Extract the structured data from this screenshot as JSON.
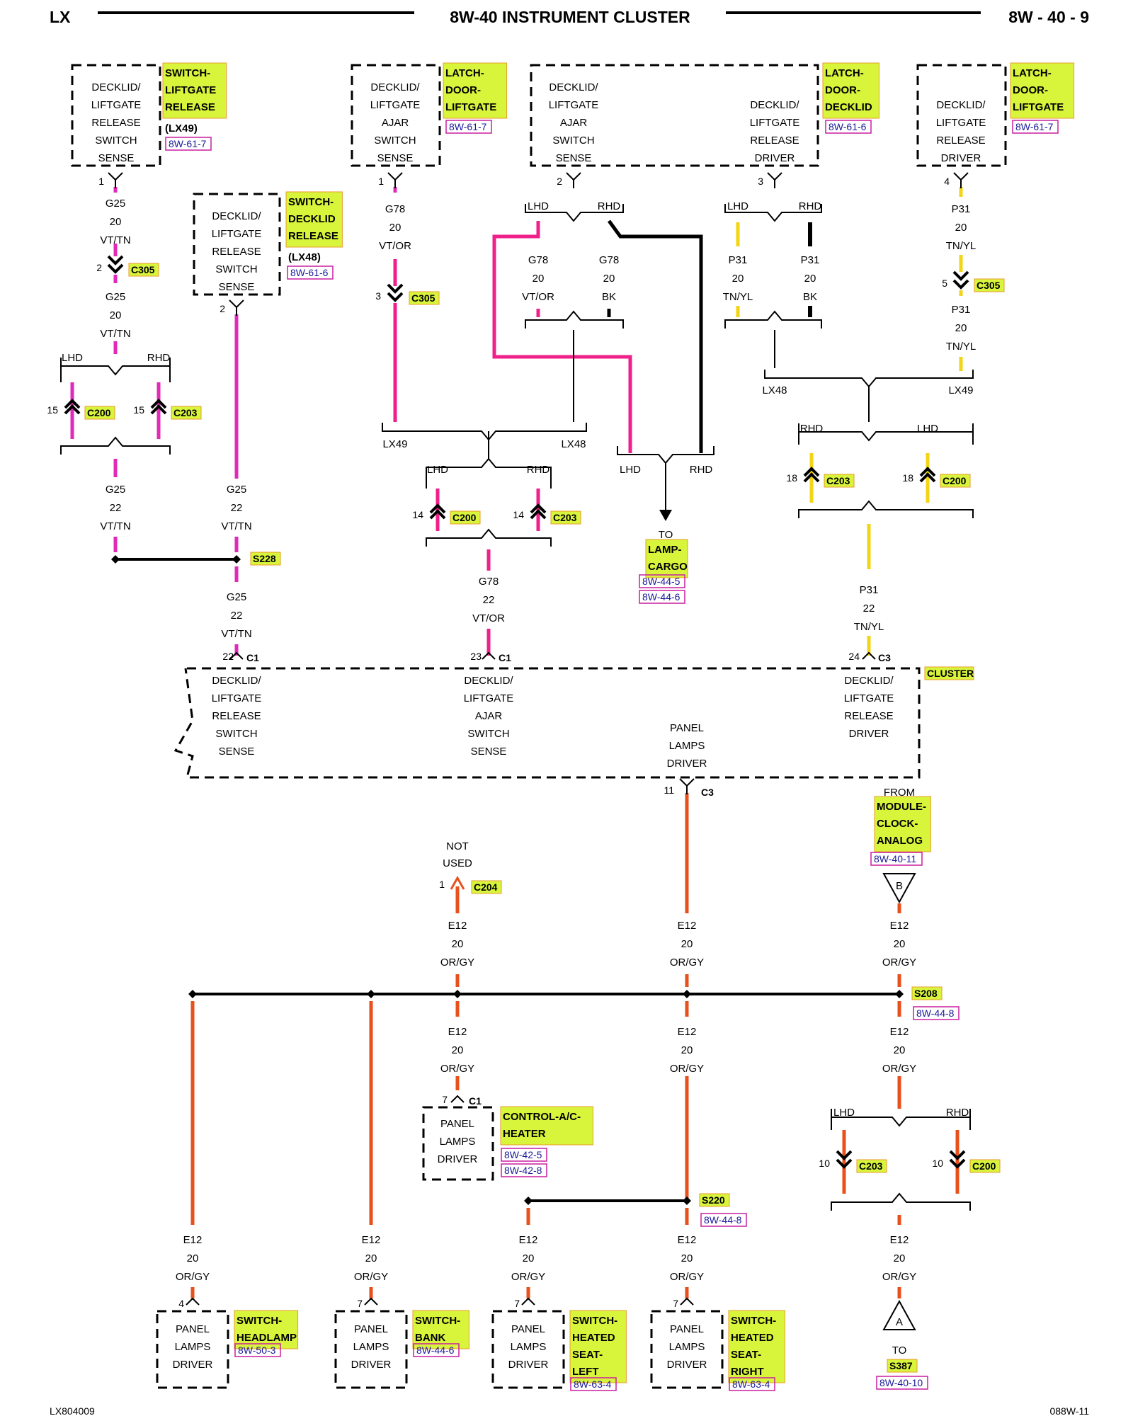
{
  "header": {
    "left": "LX",
    "center": "8W-40 INSTRUMENT CLUSTER",
    "right": "8W - 40 - 9"
  },
  "footer": {
    "left": "LX804009",
    "right": "088W-11"
  },
  "colors": {
    "violet_tan": "#e22ab8",
    "violet_orange": "#f0208a",
    "tan_yellow": "#f2d516",
    "orange_gray": "#e8501c",
    "black": "#000000",
    "highlight": "#d8f53c",
    "ref": "#1a1a9a"
  },
  "top_boxes": [
    {
      "lines": [
        "DECKLID/",
        "LIFTGATE",
        "RELEASE",
        "SWITCH",
        "SENSE"
      ],
      "comp": [
        "SWITCH-",
        "LIFTGATE",
        "RELEASE"
      ],
      "note": "(LX49)",
      "refs": [
        "8W-61-7"
      ],
      "pin": "1"
    },
    {
      "lines": [
        "DECKLID/",
        "LIFTGATE",
        "RELEASE",
        "SWITCH",
        "SENSE"
      ],
      "comp": [
        "SWITCH-",
        "DECKLID",
        "RELEASE"
      ],
      "note": "(LX48)",
      "refs": [
        "8W-61-6"
      ],
      "pin": "2"
    },
    {
      "lines": [
        "DECKLID/",
        "LIFTGATE",
        "AJAR",
        "SWITCH",
        "SENSE"
      ],
      "comp": [
        "LATCH-",
        "DOOR-",
        "LIFTGATE"
      ],
      "refs": [
        "8W-61-7"
      ],
      "pin": "1"
    },
    {
      "lines_left": [
        "DECKLID/",
        "LIFTGATE",
        "AJAR",
        "SWITCH",
        "SENSE"
      ],
      "lines_right": [
        "DECKLID/",
        "LIFTGATE",
        "RELEASE",
        "DRIVER"
      ],
      "comp": [
        "LATCH-",
        "DOOR-",
        "DECKLID"
      ],
      "refs": [
        "8W-61-6"
      ],
      "pin_left": "2",
      "pin_right": "3"
    },
    {
      "lines": [
        "DECKLID/",
        "LIFTGATE",
        "RELEASE",
        "DRIVER"
      ],
      "comp": [
        "LATCH-",
        "DOOR-",
        "LIFTGATE"
      ],
      "refs": [
        "8W-61-7"
      ],
      "pin": "4"
    }
  ],
  "wires": {
    "g25_20": [
      "G25",
      "20",
      "VT/TN"
    ],
    "g25_22": [
      "G25",
      "22",
      "VT/TN"
    ],
    "g78_20": [
      "G78",
      "20",
      "VT/OR"
    ],
    "g78_20_bk": [
      "G78",
      "20",
      "BK"
    ],
    "g78_22": [
      "G78",
      "22",
      "VT/OR"
    ],
    "p31_20": [
      "P31",
      "20",
      "TN/YL"
    ],
    "p31_20_bk": [
      "P31",
      "20",
      "BK"
    ],
    "p31_22": [
      "P31",
      "22",
      "TN/YL"
    ],
    "e12_20": [
      "E12",
      "20",
      "OR/GY"
    ]
  },
  "labels": {
    "lhd": "LHD",
    "rhd": "RHD",
    "lx48": "LX48",
    "lx49": "LX49",
    "to": "TO",
    "from": "FROM",
    "not_used": [
      "NOT",
      "USED"
    ],
    "triangle_b": "B",
    "triangle_a": "A"
  },
  "connectors": {
    "c305": "C305",
    "c200": "C200",
    "c203": "C203",
    "c204": "C204",
    "c1": "C1",
    "c3": "C3",
    "s228": "S228",
    "s208": "S208",
    "s220": "S220"
  },
  "pins": {
    "p2": "2",
    "p3": "3",
    "p5": "5",
    "p15": "15",
    "p14": "14",
    "p18": "18",
    "p22": "22",
    "p23": "23",
    "p24": "24",
    "p11": "11",
    "p1": "1",
    "p7": "7",
    "p10": "10",
    "p4": "4"
  },
  "lamp_cargo": {
    "comp": [
      "LAMP-",
      "CARGO"
    ],
    "refs": [
      "8W-44-5",
      "8W-44-6"
    ]
  },
  "cluster": {
    "comp": "CLUSTER",
    "sections": [
      [
        "DECKLID/",
        "LIFTGATE",
        "RELEASE",
        "SWITCH",
        "SENSE"
      ],
      [
        "DECKLID/",
        "LIFTGATE",
        "AJAR",
        "SWITCH",
        "SENSE"
      ],
      [
        "PANEL",
        "LAMPS",
        "DRIVER"
      ],
      [
        "DECKLID/",
        "LIFTGATE",
        "RELEASE",
        "DRIVER"
      ]
    ]
  },
  "module_clock": {
    "comp": [
      "MODULE-",
      "CLOCK-",
      "ANALOG"
    ],
    "refs": [
      "8W-40-11"
    ]
  },
  "s208_ref": "8W-44-8",
  "s220_ref": "8W-44-8",
  "s387": {
    "name": "S387",
    "refs": [
      "8W-40-10"
    ]
  },
  "panel_box": [
    "PANEL",
    "LAMPS",
    "DRIVER"
  ],
  "control_ac": {
    "comp": [
      "CONTROL-A/C-",
      "HEATER"
    ],
    "refs": [
      "8W-42-5",
      "8W-42-8"
    ]
  },
  "bottom_boxes": [
    {
      "comp": [
        "SWITCH-",
        "HEADLAMP"
      ],
      "refs": [
        "8W-50-3"
      ],
      "pin": "4"
    },
    {
      "comp": [
        "SWITCH-",
        "BANK"
      ],
      "refs": [
        "8W-44-6"
      ],
      "pin": "7"
    },
    {
      "comp": [
        "SWITCH-",
        "HEATED",
        "SEAT-",
        "LEFT"
      ],
      "refs": [
        "8W-63-4"
      ],
      "pin": "7"
    },
    {
      "comp": [
        "SWITCH-",
        "HEATED",
        "SEAT-",
        "RIGHT"
      ],
      "refs": [
        "8W-63-4"
      ],
      "pin": "7"
    }
  ]
}
